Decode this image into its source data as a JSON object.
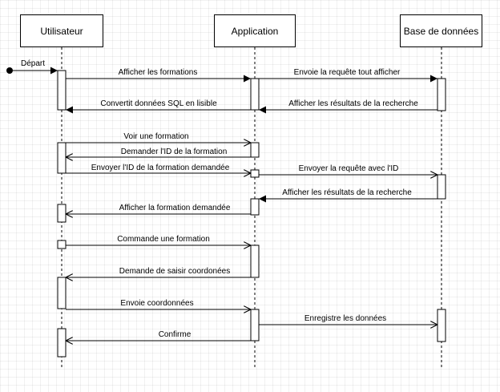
{
  "participants": [
    {
      "id": "user",
      "label": "Utilisateur"
    },
    {
      "id": "app",
      "label": "Application"
    },
    {
      "id": "db",
      "label": "Base de données"
    }
  ],
  "start_label": "Départ",
  "messages": [
    {
      "from": "start",
      "to": "user",
      "label": ""
    },
    {
      "from": "user",
      "to": "app",
      "label": "Afficher les formations"
    },
    {
      "from": "app",
      "to": "db",
      "label": "Envoie la requête tout afficher"
    },
    {
      "from": "db",
      "to": "app",
      "label": "Afficher les résultats de la recherche"
    },
    {
      "from": "app",
      "to": "user",
      "label": "Convertit données SQL en lisible"
    },
    {
      "from": "user",
      "to": "app",
      "label": "Voir une formation"
    },
    {
      "from": "app",
      "to": "user",
      "label": "Demander l'ID de la formation"
    },
    {
      "from": "user",
      "to": "app",
      "label": "Envoyer l'ID de la formation demandée"
    },
    {
      "from": "app",
      "to": "db",
      "label": "Envoyer la requête avec l'ID"
    },
    {
      "from": "db",
      "to": "app",
      "label": "Afficher les résultats de la recherche"
    },
    {
      "from": "app",
      "to": "user",
      "label": "Afficher la formation demandée"
    },
    {
      "from": "user",
      "to": "app",
      "label": "Commande une formation"
    },
    {
      "from": "app",
      "to": "user",
      "label": "Demande de saisir coordonées"
    },
    {
      "from": "user",
      "to": "app",
      "label": "Envoie coordonnées"
    },
    {
      "from": "app",
      "to": "db",
      "label": "Enregistre les données"
    },
    {
      "from": "app",
      "to": "user",
      "label": "Confirme"
    }
  ]
}
